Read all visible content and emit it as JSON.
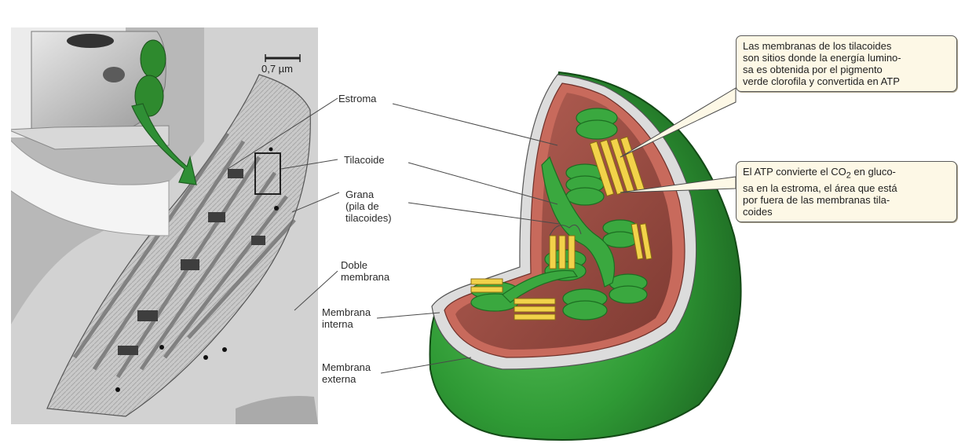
{
  "scale_bar": {
    "label": "0,7 µm"
  },
  "labels": {
    "estroma": "Estroma",
    "tilacoide": "Tilacoide",
    "grana": "Grana\n(pila de\ntilacoides)",
    "doble_membrana": "Doble\nmembrana",
    "membrana_interna": "Membrana\ninterna",
    "membrana_externa": "Membrana\nexterna"
  },
  "notes": {
    "note1": "Las membranas de los tilacoides\nson sitios donde la energía lumino-\nsa es obtenida  por el pigmento\nverde clorofila y convertida en ATP",
    "note2_before": "El ATP convierte el CO",
    "note2_sub": "2",
    "note2_after": " en gluco-\nsa en la estroma, el área que está\npor fuera de las membranas tila-\ncoides"
  },
  "colors": {
    "chloroplast_green": "#2f9a35",
    "stroma_red": "#9a4a40",
    "thylakoid_yellow": "#f2d24a",
    "note_background": "#fdf8e6"
  }
}
